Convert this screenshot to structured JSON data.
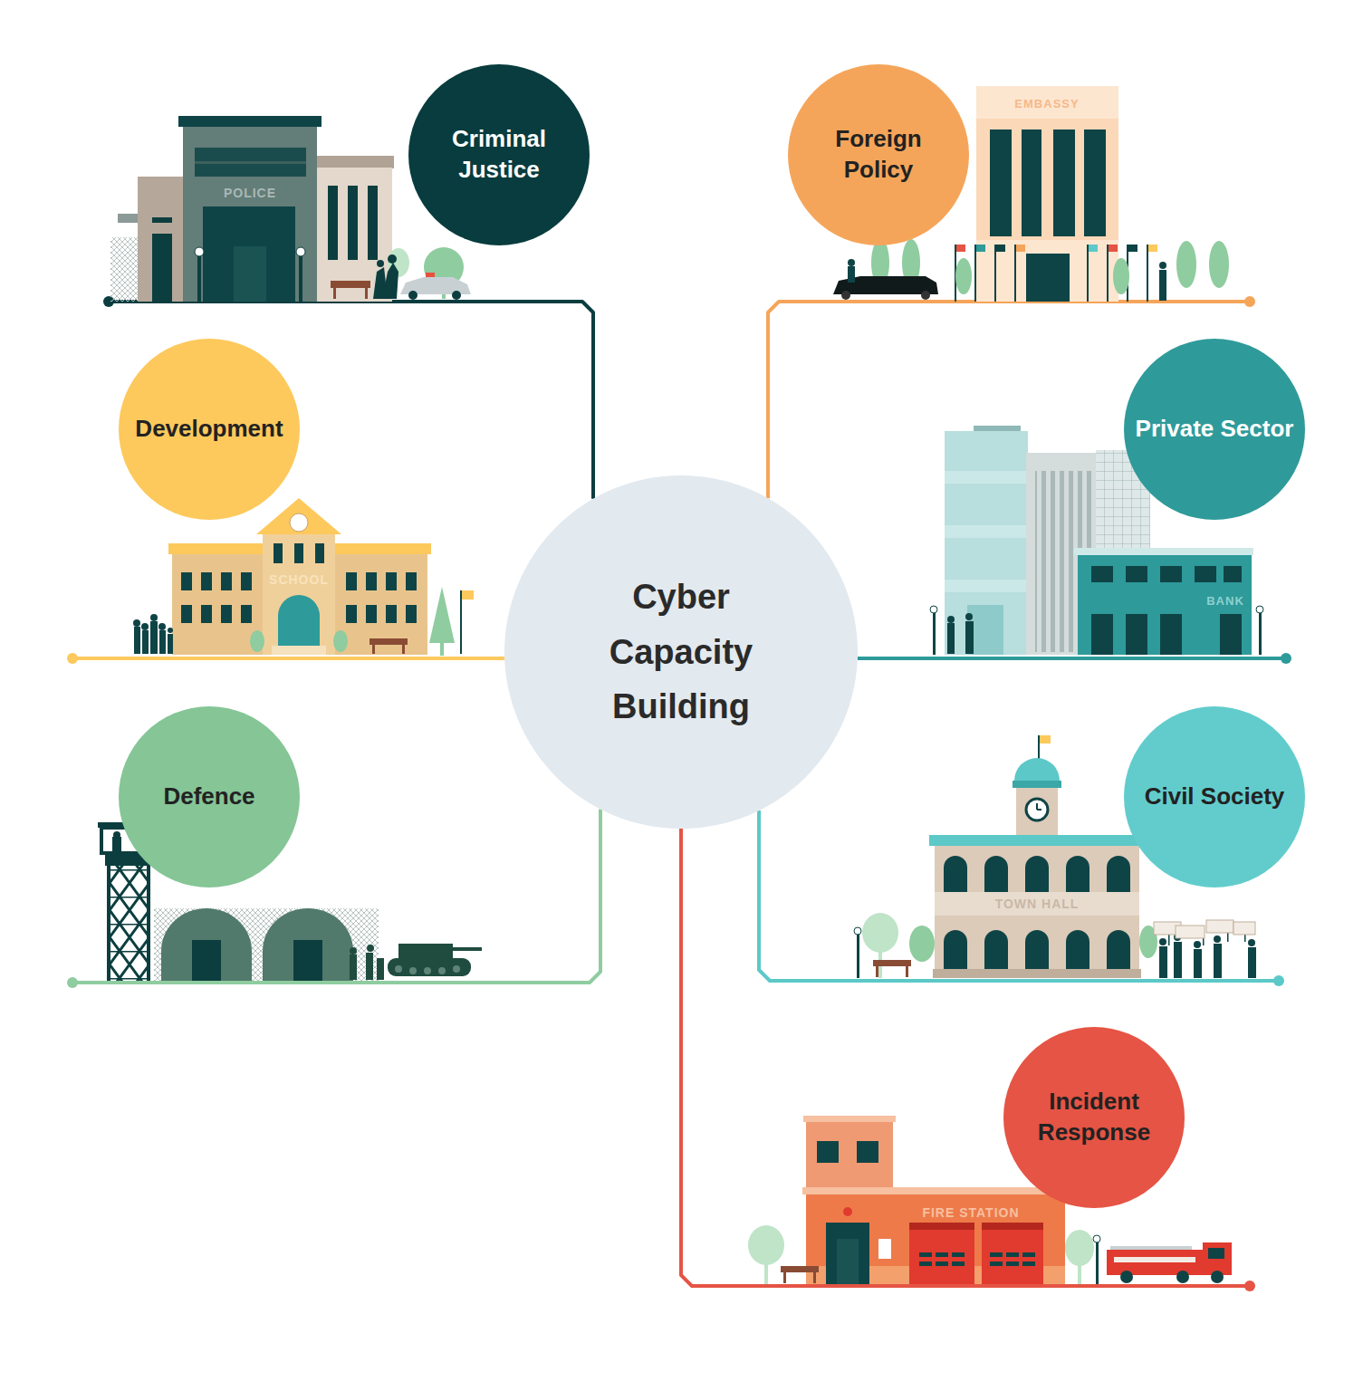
{
  "diagram": {
    "nodes": [
      {
        "text": [
          "Criminal Justice"
        ]
      },
      {
        "text": [
          "Foreign Policy"
        ]
      },
      {
        "text": [
          "Development"
        ]
      },
      {
        "text": [
          "Cyber Capacity Building"
        ]
      },
      {
        "text": [
          "Private Sector"
        ]
      },
      {
        "text": [
          "Defence"
        ]
      },
      {
        "text": [
          "Civil Society"
        ]
      },
      {
        "text": [
          "Incident Response"
        ]
      }
    ],
    "edges": [
      {
        "from": 3,
        "to": 0,
        "arrow": "none"
      },
      {
        "from": 3,
        "to": 1,
        "arrow": "none"
      },
      {
        "from": 3,
        "to": 2,
        "arrow": "none"
      },
      {
        "from": 3,
        "to": 4,
        "arrow": "none"
      },
      {
        "from": 3,
        "to": 5,
        "arrow": "none"
      },
      {
        "from": 3,
        "to": 6,
        "arrow": "none"
      },
      {
        "from": 3,
        "to": 7,
        "arrow": "none"
      }
    ],
    "labels": [
      "POLICE",
      "EMBASSY",
      "SCHOOL",
      "BANK",
      "TOWN HALL",
      "FIRE STATION"
    ]
  }
}
